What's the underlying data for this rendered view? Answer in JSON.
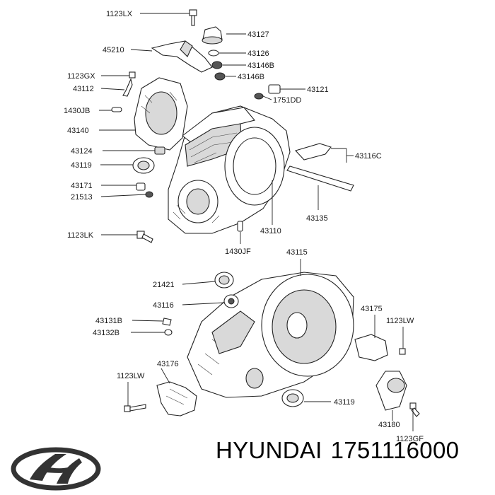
{
  "parts": {
    "p_1123LX": "1123LX",
    "p_43127": "43127",
    "p_45210": "45210",
    "p_43126": "43126",
    "p_43146B_a": "43146B",
    "p_43146B_b": "43146B",
    "p_1123GX": "1123GX",
    "p_43112": "43112",
    "p_43121": "43121",
    "p_1751DD": "1751DD",
    "p_1430JB": "1430JB",
    "p_43140": "43140",
    "p_43124": "43124",
    "p_43116C": "43116C",
    "p_43119_a": "43119",
    "p_43171": "43171",
    "p_21513": "21513",
    "p_1123LK": "1123LK",
    "p_43110": "43110",
    "p_43135": "43135",
    "p_1430JF": "1430JF",
    "p_43115": "43115",
    "p_21421": "21421",
    "p_43116": "43116",
    "p_43175": "43175",
    "p_1123LW_a": "1123LW",
    "p_43131B": "43131B",
    "p_43132B": "43132B",
    "p_43176": "43176",
    "p_1123LW_b": "1123LW",
    "p_43119_b": "43119",
    "p_43180": "43180",
    "p_1123GF": "1123GF"
  },
  "footer": {
    "brand": "HYUNDAI",
    "part_number": "1751116000"
  },
  "logo": {
    "icon": "hyundai-logo-icon",
    "color": "#333333"
  }
}
